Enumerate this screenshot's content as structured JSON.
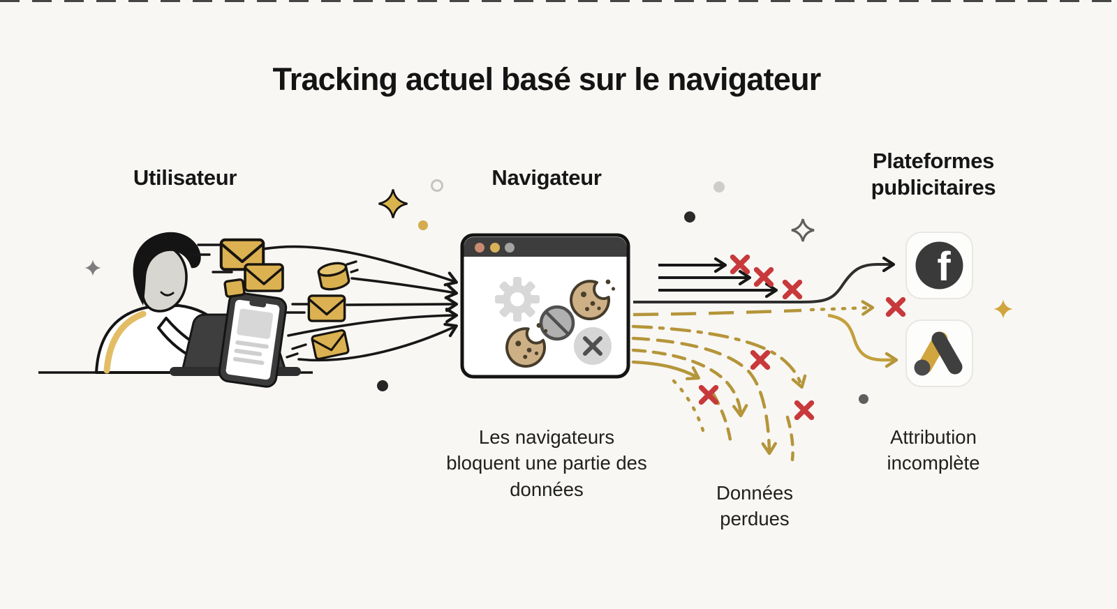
{
  "title": "Tracking actuel basé sur le navigateur",
  "columns": {
    "user": {
      "label": "Utilisateur"
    },
    "browser": {
      "label": "Navigateur",
      "caption": "Les navigateurs bloquent une partie des données"
    },
    "platforms": {
      "label": "Plateformes publicitaires",
      "caption": "Attribution incomplète"
    }
  },
  "annotations": {
    "data_lost": "Données perdues"
  },
  "icons": {
    "user_scene": [
      "person-at-laptop",
      "laptop-icon",
      "smartphone-icon",
      "envelope-icon",
      "database-icon"
    ],
    "browser_window": [
      "gear-icon",
      "cookie-icon",
      "blocked-icon",
      "close-icon",
      "window-traffic-dots"
    ],
    "platforms": [
      "facebook-icon",
      "google-ads-icon"
    ],
    "flow_marks": [
      "arrow-icon",
      "x-blocked-icon"
    ],
    "decorative": [
      "sparkle-icon",
      "dot"
    ]
  },
  "colors": {
    "background": "#f8f7f4",
    "ink": "#171717",
    "gold": "#b5953a",
    "envelope_gold": "#dcb152",
    "blocked_red": "#c8393b",
    "titlebar_gray": "#3d3d3d",
    "browser_dots": [
      "#c98a72",
      "#d8b159",
      "#a3a3a1"
    ]
  }
}
